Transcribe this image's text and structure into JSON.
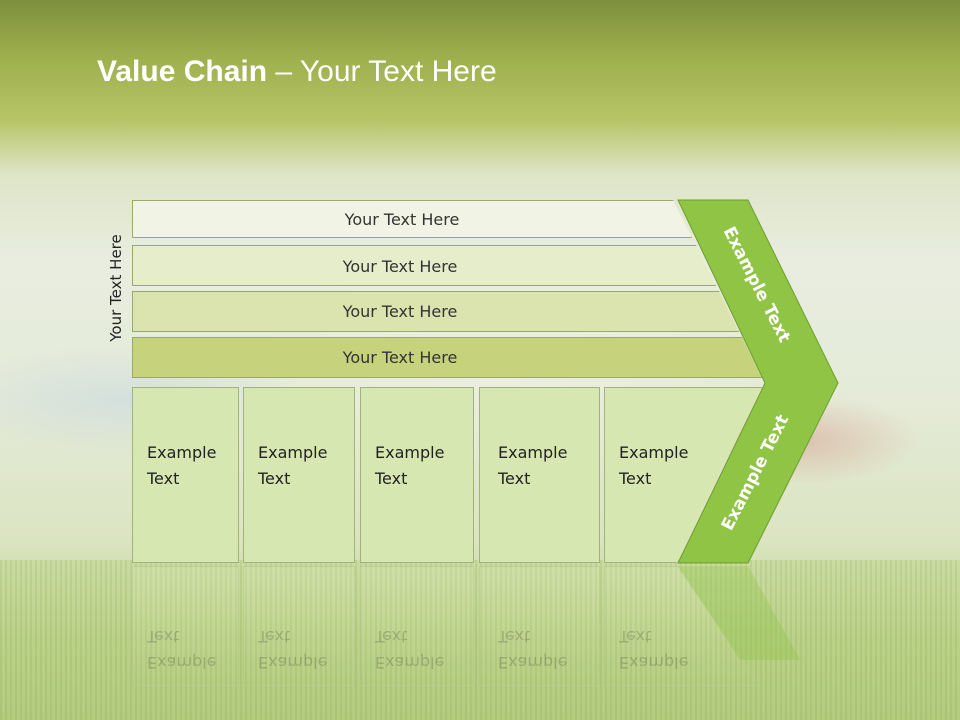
{
  "title": {
    "bold": "Value Chain",
    "rest": " – Your Text Here"
  },
  "vertical_label": "Your Text Here",
  "bars": [
    "Your Text Here",
    "Your Text Here",
    "Your Text Here",
    "Your Text Here"
  ],
  "boxes": [
    {
      "line1": "Example",
      "line2": "Text"
    },
    {
      "line1": "Example",
      "line2": "Text"
    },
    {
      "line1": "Example",
      "line2": "Text"
    },
    {
      "line1": "Example",
      "line2": "Text"
    },
    {
      "line1": "Example",
      "line2": "Text"
    }
  ],
  "chevron": {
    "upper": "Example Text",
    "lower": "Example Text"
  },
  "colors": {
    "chevron": "#8fc444",
    "title_bar": "#9fb04e",
    "box_fill": "#d7e7b1"
  }
}
